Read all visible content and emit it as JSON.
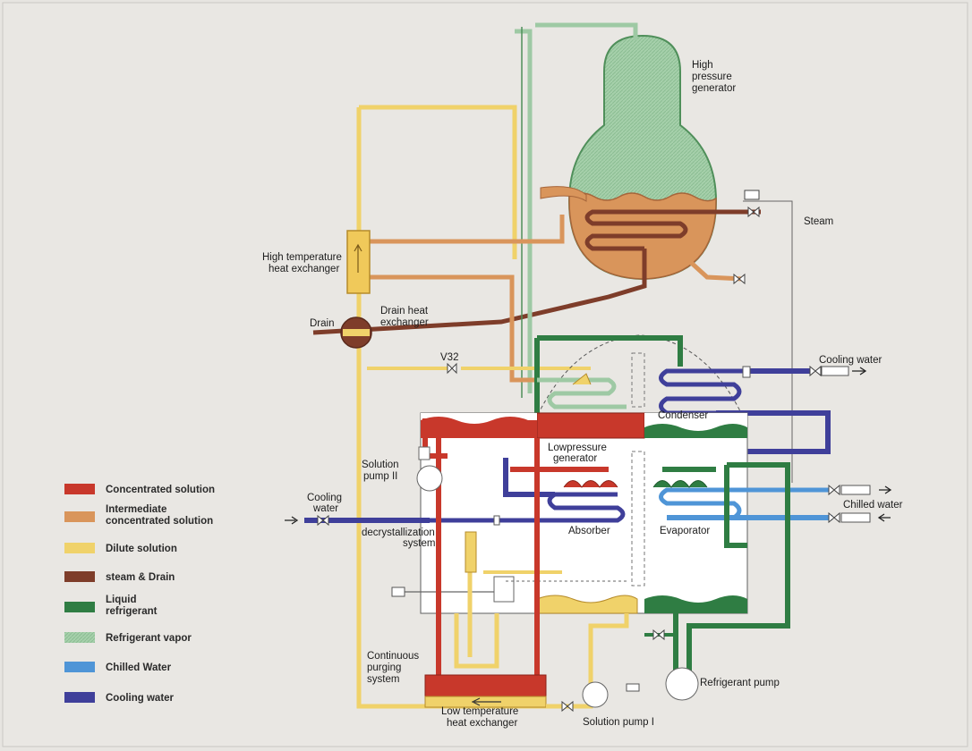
{
  "labels": {
    "high_pressure_generator": [
      "High",
      "pressure",
      "generator"
    ],
    "steam": "Steam",
    "high_temp_hx": [
      "High temperature",
      "heat exchanger"
    ],
    "drain": "Drain",
    "drain_hx": [
      "Drain heat",
      "exchanger"
    ],
    "v32": "V32",
    "cooling_water_out": "Cooling water",
    "condenser": "Condenser",
    "low_pressure_generator": [
      "Lowpressure",
      "generator"
    ],
    "solution_pump_2": [
      "Solution",
      "pump II"
    ],
    "cooling_water_in": [
      "Cooling",
      "water"
    ],
    "chilled_water": "Chilled water",
    "absorber": "Absorber",
    "evaporator": "Evaporator",
    "decrystallization": [
      "decrystallization",
      "system"
    ],
    "continuous_purging": [
      "Continuous",
      "purging",
      "system"
    ],
    "refrigerant_pump": "Refrigerant pump",
    "low_temp_hx": [
      "Low temperature",
      "heat exchanger"
    ],
    "solution_pump_1": "Solution pump I"
  },
  "legend": [
    {
      "label": [
        "Concentrated solution"
      ],
      "color": "#c8382b",
      "pattern": "solid"
    },
    {
      "label": [
        "Intermediate",
        "concentrated solution"
      ],
      "color": "#d9955b",
      "pattern": "solid"
    },
    {
      "label": [
        "Dilute solution"
      ],
      "color": "#f0d26a",
      "pattern": "solid"
    },
    {
      "label": [
        "steam & Drain"
      ],
      "color": "#7e3d2a",
      "pattern": "solid"
    },
    {
      "label": [
        "Liquid",
        "refrigerant"
      ],
      "color": "#2f7d43",
      "pattern": "solid"
    },
    {
      "label": [
        "Refrigerant vapor"
      ],
      "color": "#9ec9a4",
      "pattern": "hatched"
    },
    {
      "label": [
        "Chilled Water"
      ],
      "color": "#4f95d7",
      "pattern": "solid"
    },
    {
      "label": [
        "Cooling water"
      ],
      "color": "#3f3f9a",
      "pattern": "solid"
    }
  ],
  "colors": {
    "concentrated": "#c8382b",
    "intermediate": "#d9955b",
    "dilute": "#f0d26a",
    "steam_drain": "#7e3d2a",
    "liquid_refrigerant": "#2f7d43",
    "refrigerant_vapor": "#9ec9a4",
    "chilled_water": "#4f95d7",
    "cooling_water": "#3f3f9a"
  }
}
